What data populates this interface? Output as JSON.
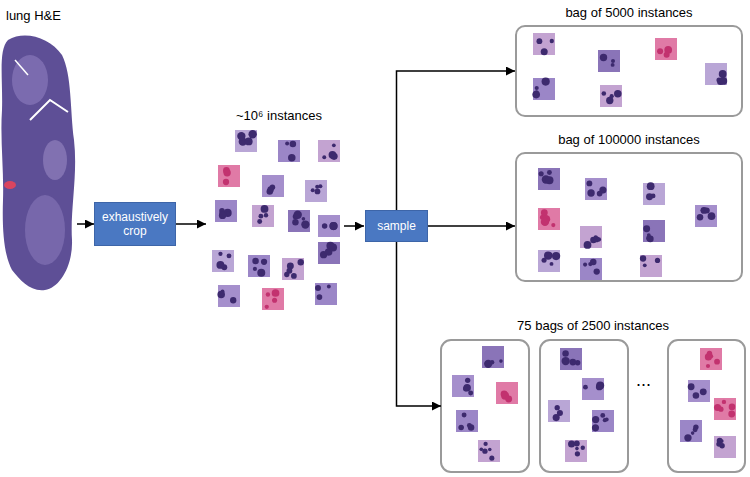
{
  "diagram": {
    "nodes": [
      {
        "text": [
          "exhaustively crop"
        ]
      },
      {
        "text": [
          "sample"
        ]
      },
      {
        "text": [
          "bag of 5000 instances"
        ]
      },
      {
        "text": [
          "bag of 100000 instances"
        ]
      },
      {
        "text": [
          "75 bags of 2500 instances"
        ]
      }
    ],
    "edges": [
      {
        "from": 1,
        "to": 2,
        "arrow": "to"
      },
      {
        "from": 1,
        "to": 3,
        "arrow": "to"
      },
      {
        "from": 1,
        "to": 4,
        "arrow": "to"
      }
    ],
    "labels": [
      "lung H&E",
      "~10⁶ instances",
      "..."
    ]
  }
}
